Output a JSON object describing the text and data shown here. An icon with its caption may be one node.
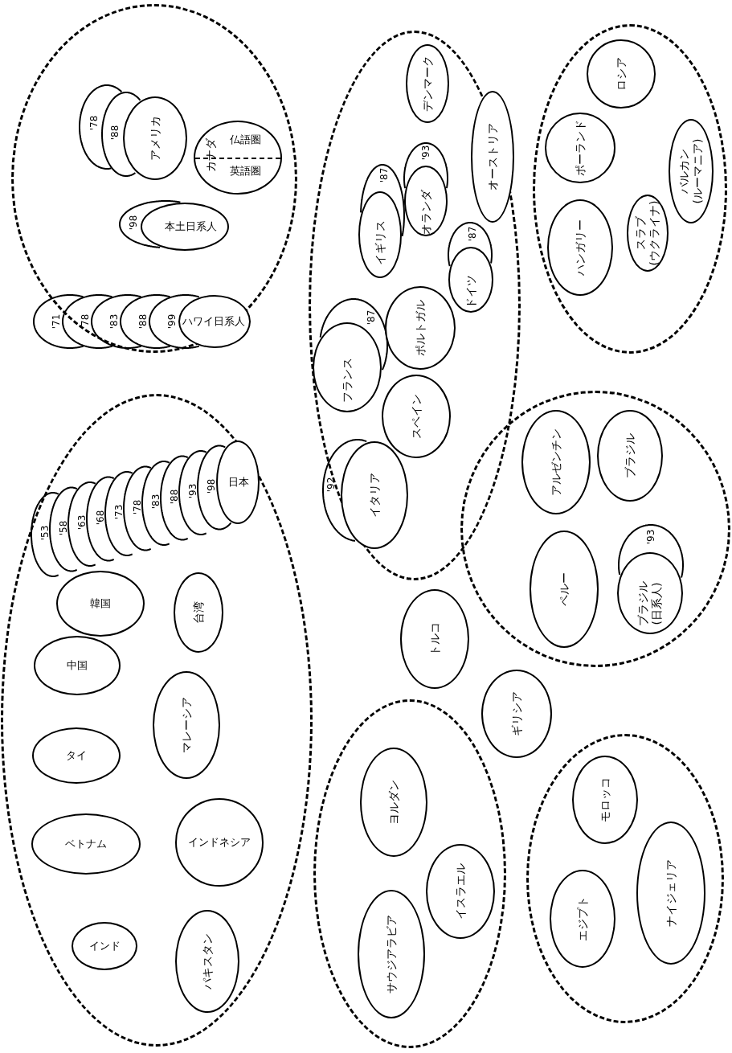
{
  "diagram": {
    "nodes": [
      {
        "text": [],
        "shape": "ellipse"
      },
      {
        "text": [
          "'78"
        ],
        "in": 0
      },
      {
        "text": [
          "'88"
        ],
        "in": 0
      },
      {
        "text": [
          "アメリカ"
        ],
        "in": 0
      },
      {
        "text": [
          "カナダ",
          "仏語圏",
          "英語圏"
        ],
        "in": 0
      },
      {
        "text": [
          "'98"
        ],
        "in": 0
      },
      {
        "text": [
          "本土日系人"
        ],
        "in": 0
      },
      {
        "text": [
          "'71"
        ],
        "in": 0
      },
      {
        "text": [
          "'78"
        ],
        "in": 0
      },
      {
        "text": [
          "'83"
        ],
        "in": 0
      },
      {
        "text": [
          "'88"
        ],
        "in": 0
      },
      {
        "text": [
          "'99"
        ],
        "in": 0
      },
      {
        "text": [
          "ハワイ日系人"
        ],
        "in": 0
      },
      {
        "text": [],
        "shape": "ellipse"
      },
      {
        "text": [
          "デンマーク"
        ],
        "in": 13
      },
      {
        "text": [
          "'93"
        ],
        "in": 13
      },
      {
        "text": [
          "オランダ"
        ],
        "in": 13
      },
      {
        "text": [
          "オーストリア"
        ],
        "in": 13
      },
      {
        "text": [
          "'87"
        ],
        "in": 13
      },
      {
        "text": [
          "イギリス"
        ],
        "in": 13
      },
      {
        "text": [
          "'87"
        ],
        "in": 13
      },
      {
        "text": [
          "ドイツ"
        ],
        "in": 13
      },
      {
        "text": [
          "'87"
        ],
        "in": 13
      },
      {
        "text": [
          "フランス"
        ],
        "in": 13
      },
      {
        "text": [
          "ポルトガル"
        ],
        "in": 13
      },
      {
        "text": [
          "スペイン"
        ],
        "in": 13
      },
      {
        "text": [
          "'92"
        ],
        "in": 13
      },
      {
        "text": [
          "イタリア"
        ],
        "in": 13
      },
      {
        "text": [],
        "shape": "ellipse"
      },
      {
        "text": [
          "ロシア"
        ],
        "in": 28
      },
      {
        "text": [
          "ポーランド"
        ],
        "in": 28
      },
      {
        "text": [
          "バルカン(ルーマニア)"
        ],
        "in": 28
      },
      {
        "text": [
          "ハンガリー"
        ],
        "in": 28
      },
      {
        "text": [
          "スラブ(ウクライナ)"
        ],
        "in": 28
      },
      {
        "text": [],
        "shape": "ellipse"
      },
      {
        "text": [
          "'53"
        ],
        "in": 34
      },
      {
        "text": [
          "'58"
        ],
        "in": 34
      },
      {
        "text": [
          "'63"
        ],
        "in": 34
      },
      {
        "text": [
          "'68"
        ],
        "in": 34
      },
      {
        "text": [
          "'73"
        ],
        "in": 34
      },
      {
        "text": [
          "'78"
        ],
        "in": 34
      },
      {
        "text": [
          "'83"
        ],
        "in": 34
      },
      {
        "text": [
          "'88"
        ],
        "in": 34
      },
      {
        "text": [
          "'93"
        ],
        "in": 34
      },
      {
        "text": [
          "'98"
        ],
        "in": 34
      },
      {
        "text": [
          "日本"
        ],
        "in": 34
      },
      {
        "text": [
          "韓国"
        ],
        "in": 34
      },
      {
        "text": [
          "中国"
        ],
        "in": 34
      },
      {
        "text": [
          "台湾"
        ],
        "in": 34
      },
      {
        "text": [
          "マレーシア"
        ],
        "in": 34
      },
      {
        "text": [
          "タイ"
        ],
        "in": 34
      },
      {
        "text": [
          "ベトナム"
        ],
        "in": 34
      },
      {
        "text": [
          "インドネシア"
        ],
        "in": 34
      },
      {
        "text": [
          "インド"
        ],
        "in": 34
      },
      {
        "text": [
          "パキスタン"
        ],
        "in": 34
      },
      {
        "text": [],
        "shape": "ellipse"
      },
      {
        "text": [
          "アルゼンチン"
        ],
        "in": 55
      },
      {
        "text": [
          "ブラジル"
        ],
        "in": 55
      },
      {
        "text": [
          "'93"
        ],
        "in": 55
      },
      {
        "text": [
          "ブラジル(日系人)"
        ],
        "in": 55
      },
      {
        "text": [
          "ペルー"
        ],
        "in": 55
      },
      {
        "text": [
          "トルコ"
        ]
      },
      {
        "text": [
          "ギリシア"
        ]
      },
      {
        "text": [],
        "shape": "ellipse"
      },
      {
        "text": [
          "ヨルダン"
        ],
        "in": 63
      },
      {
        "text": [
          "イスラエル"
        ],
        "in": 63
      },
      {
        "text": [
          "サウジアラビア"
        ],
        "in": 63
      },
      {
        "text": [],
        "shape": "ellipse"
      },
      {
        "text": [
          "モロッコ"
        ],
        "in": 67
      },
      {
        "text": [
          "エジプト"
        ],
        "in": 67
      },
      {
        "text": [
          "ナイジェリア"
        ],
        "in": 67
      }
    ]
  }
}
